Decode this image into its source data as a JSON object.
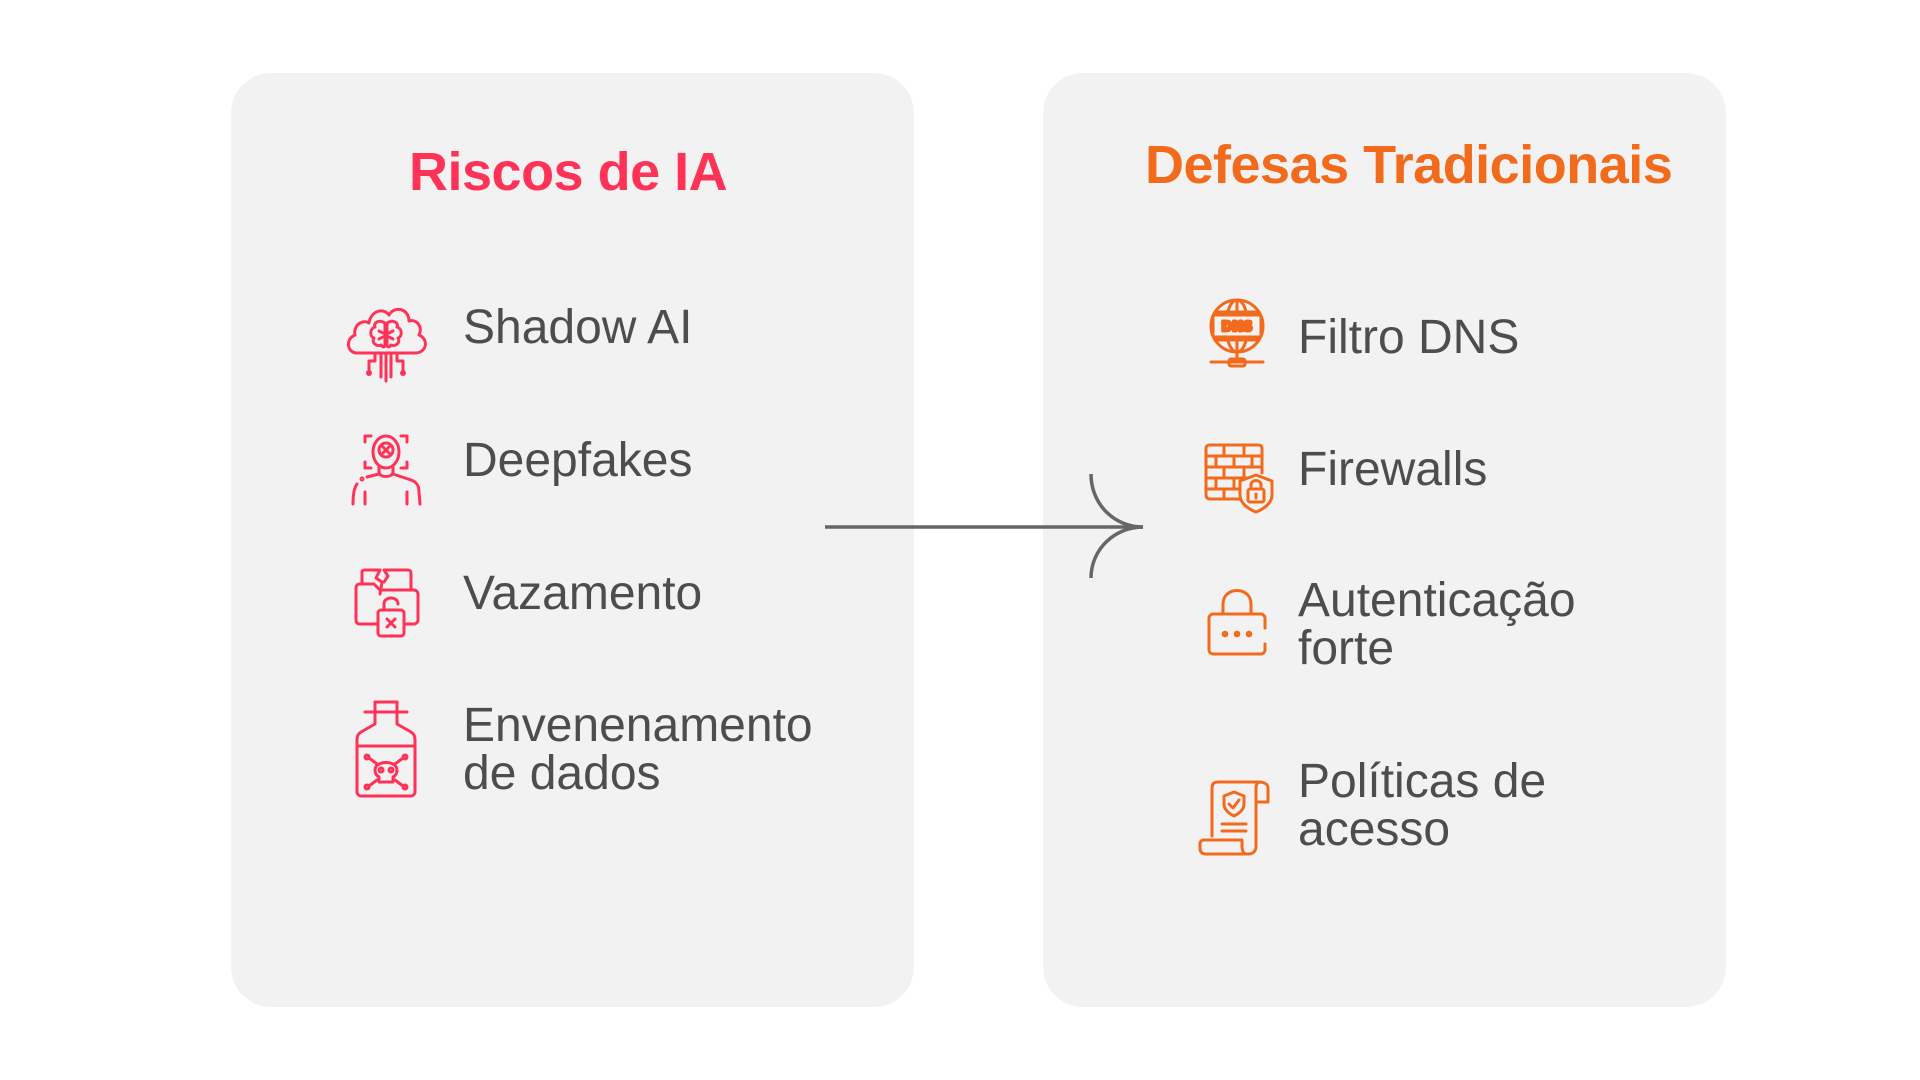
{
  "colors": {
    "background": "#ffffff",
    "card": "#f2f2f2",
    "risk_accent": "#ff3358",
    "defense_accent": "#f26a1b",
    "text": "#4d4d4d",
    "arrow": "#666666"
  },
  "risks": {
    "title": "Riscos de IA",
    "items": [
      {
        "icon": "brain-cloud-icon",
        "lines": [
          "Shadow AI"
        ]
      },
      {
        "icon": "deepfake-person-icon",
        "lines": [
          "Deepfakes"
        ]
      },
      {
        "icon": "folder-lock-icon",
        "lines": [
          "Vazamento"
        ]
      },
      {
        "icon": "poison-bottle-icon",
        "lines": [
          "Envenenamento",
          "de dados"
        ]
      }
    ]
  },
  "defenses": {
    "title": "Defesas Tradicionais",
    "items": [
      {
        "icon": "dns-globe-icon",
        "lines": [
          "Filtro DNS"
        ]
      },
      {
        "icon": "firewall-icon",
        "lines": [
          "Firewalls"
        ]
      },
      {
        "icon": "password-lock-icon",
        "lines": [
          "Autenticação",
          "forte"
        ]
      },
      {
        "icon": "policy-document-icon",
        "lines": [
          "Políticas de",
          "acesso"
        ]
      }
    ]
  },
  "connector": {
    "icon": "arrow-right-icon"
  }
}
